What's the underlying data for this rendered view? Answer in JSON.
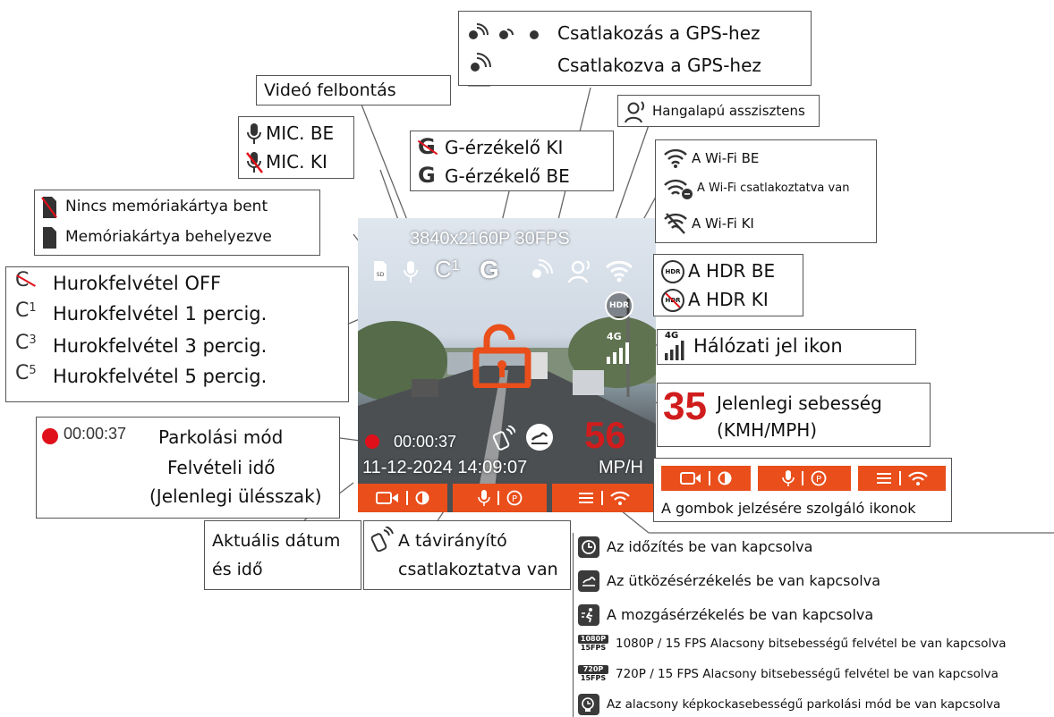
{
  "screen": {
    "resolution": "3840x2160P 30FPS",
    "rec_time": "00:00:37",
    "datetime": "11-12-2024 14:09:07",
    "speed": "56",
    "speed_unit": "MP/H",
    "network_label": "4G"
  },
  "callouts": {
    "gps_connecting": "Csatlakozás a GPS-hez",
    "gps_connected": "Csatlakozva a GPS-hez",
    "video_resolution": "Videó felbontás",
    "voice_assistant": "Hangalapú asszisztens",
    "mic_on": "MIC. BE",
    "mic_off": "MIC. KI",
    "gsensor_off": "G-érzékelő KI",
    "gsensor_on": "G-érzékelő BE",
    "wifi_on": "A Wi-Fi BE",
    "wifi_connected": "A Wi-Fi csatlakoztatva van",
    "wifi_off": "A Wi-Fi KI",
    "no_card": "Nincs memóriakártya bent",
    "card_in": "Memóriakártya behelyezve",
    "hdr_on": "A HDR BE",
    "hdr_off": "A HDR KI",
    "loop_off": "Hurokfelvétel OFF",
    "loop_1": "Hurokfelvétel 1 percig.",
    "loop_3": "Hurokfelvétel 3 percig.",
    "loop_5": "Hurokfelvétel 5 percig.",
    "loop_digits": [
      "1",
      "3",
      "5"
    ],
    "network_signal": "Hálózati jel ikon",
    "current_speed_value": "35",
    "current_speed_line1": "Jelenlegi sebesség",
    "current_speed_line2": "(KMH/MPH)",
    "parking_time": "00:00:37",
    "parking_line1": "Parkolási mód",
    "parking_line2": "Felvételi idő",
    "parking_line3": "(Jelenlegi ülésszak)",
    "buttons_icons": "A gombok jelzésére szolgáló ikonok",
    "date_line1": "Aktuális dátum",
    "date_line2": "és idő",
    "remote_line1": "A távirányító",
    "remote_line2": "csatlakoztatva van",
    "hdr_badge": "HDR",
    "sd_badge": "SD"
  },
  "legend": [
    {
      "icon": "clock-icon",
      "text": "Az időzítés be van kapcsolva"
    },
    {
      "icon": "collision-icon",
      "text": "Az ütközésérzékelés be van kapcsolva"
    },
    {
      "icon": "motion-icon",
      "text": "A mozgásérzékelés be van kapcsolva"
    },
    {
      "icon": "1080p-15fps-icon",
      "badge_top": "1080P",
      "badge_bottom": "15FPS",
      "text": "1080P / 15 FPS Alacsony bitsebességű felvétel be van kapcsolva"
    },
    {
      "icon": "720p-15fps-icon",
      "badge_top": "720P",
      "badge_bottom": "15FPS",
      "text": "720P / 15 FPS Alacsony bitsebességű felvétel be van kapcsolva"
    },
    {
      "icon": "low-fps-parking-icon",
      "text": "Az alacsony képkockasebességű parkolási mód be van kapcsolva"
    }
  ],
  "colors": {
    "accent_orange": "#e94e1b",
    "speed_red": "#d01c1c",
    "rec_red": "#e0101a"
  }
}
